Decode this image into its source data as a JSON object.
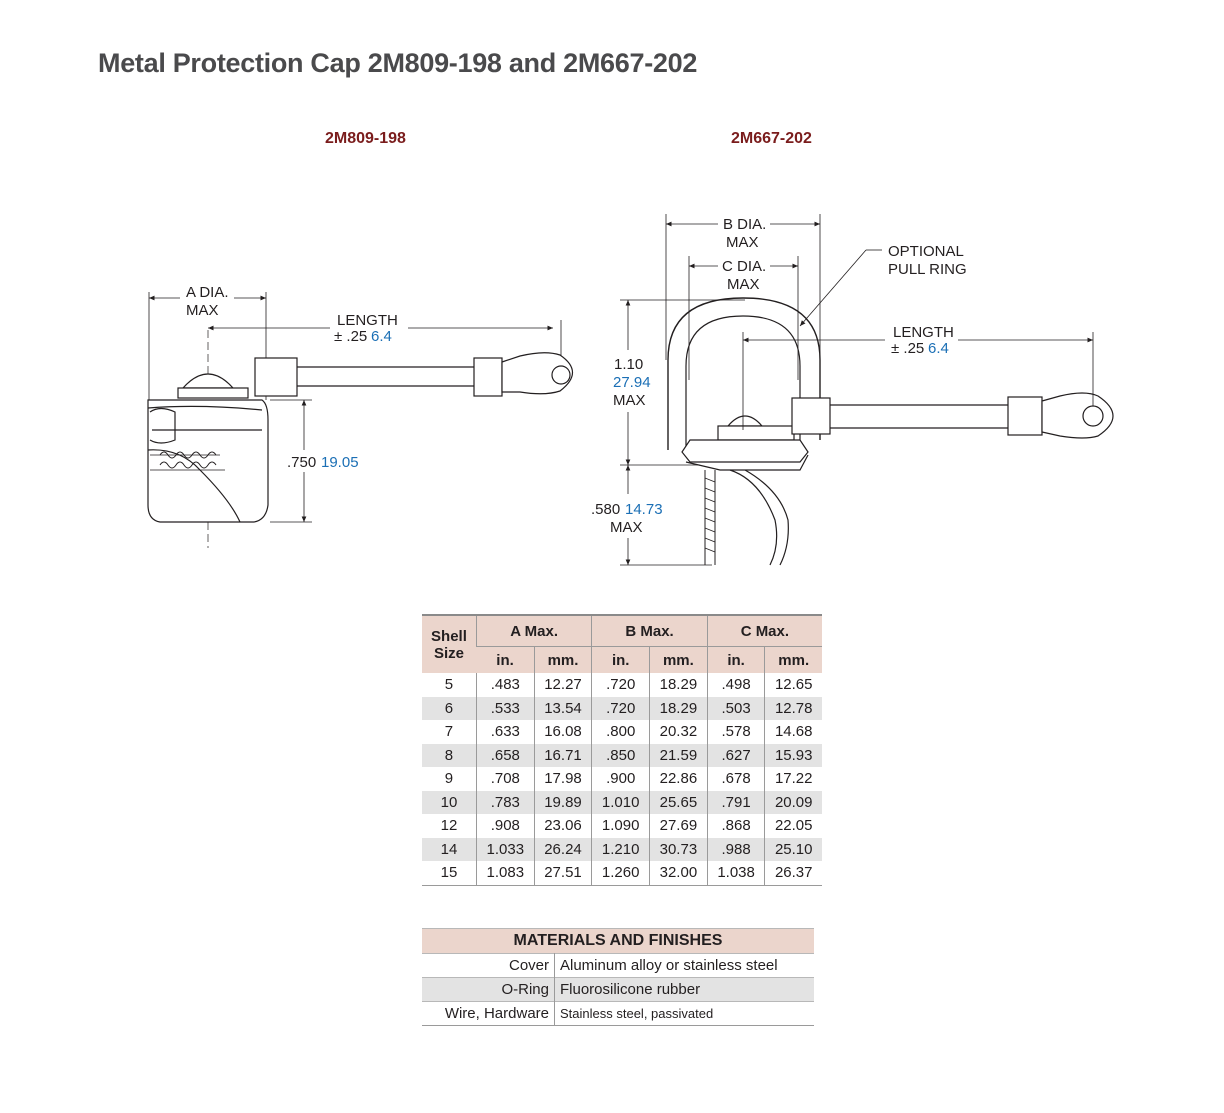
{
  "title": "Metal Protection Cap 2M809-198 and 2M667-202",
  "drawings": {
    "left": {
      "label": "2M809-198",
      "a_dia_1": "A DIA.",
      "a_dia_2": "MAX",
      "length_1": "LENGTH",
      "length_2": "± .25",
      "length_mm": "6.4",
      "height_in": ".750",
      "height_mm": "19.05"
    },
    "right": {
      "label": "2M667-202",
      "b_dia_1": "B DIA.",
      "b_dia_2": "MAX",
      "c_dia_1": "C DIA.",
      "c_dia_2": "MAX",
      "pull_ring_1": "OPTIONAL",
      "pull_ring_2": "PULL RING",
      "length_1": "LENGTH",
      "length_2": "± .25",
      "length_mm": "6.4",
      "h1_in": "1.10",
      "h1_mm": "27.94",
      "h1_max": "MAX",
      "h2_in": ".580",
      "h2_mm": "14.73",
      "h2_max": "MAX"
    }
  },
  "dimensions_table": {
    "shell_header_1": "Shell",
    "shell_header_2": "Size",
    "groups": [
      "A Max.",
      "B Max.",
      "C Max."
    ],
    "units": [
      "in.",
      "mm.",
      "in.",
      "mm.",
      "in.",
      "mm."
    ],
    "rows": [
      [
        "5",
        ".483",
        "12.27",
        ".720",
        "18.29",
        ".498",
        "12.65"
      ],
      [
        "6",
        ".533",
        "13.54",
        ".720",
        "18.29",
        ".503",
        "12.78"
      ],
      [
        "7",
        ".633",
        "16.08",
        ".800",
        "20.32",
        ".578",
        "14.68"
      ],
      [
        "8",
        ".658",
        "16.71",
        ".850",
        "21.59",
        ".627",
        "15.93"
      ],
      [
        "9",
        ".708",
        "17.98",
        ".900",
        "22.86",
        ".678",
        "17.22"
      ],
      [
        "10",
        ".783",
        "19.89",
        "1.010",
        "25.65",
        ".791",
        "20.09"
      ],
      [
        "12",
        ".908",
        "23.06",
        "1.090",
        "27.69",
        ".868",
        "22.05"
      ],
      [
        "14",
        "1.033",
        "26.24",
        "1.210",
        "30.73",
        ".988",
        "25.10"
      ],
      [
        "15",
        "1.083",
        "27.51",
        "1.260",
        "32.00",
        "1.038",
        "26.37"
      ]
    ]
  },
  "materials_table": {
    "header": "MATERIALS AND FINISHES",
    "rows": [
      [
        "Cover",
        "Aluminum alloy or stainless steel"
      ],
      [
        "O-Ring",
        "Fluorosilicone rubber"
      ],
      [
        "Wire, Hardware",
        "Stainless steel, passivated"
      ]
    ]
  },
  "colors": {
    "title": "#4a4a4c",
    "part_label": "#7a1c1c",
    "metric": "#1b6fb5",
    "table_header": "#ebd5cc",
    "table_stripe": "#e3e3e3"
  }
}
